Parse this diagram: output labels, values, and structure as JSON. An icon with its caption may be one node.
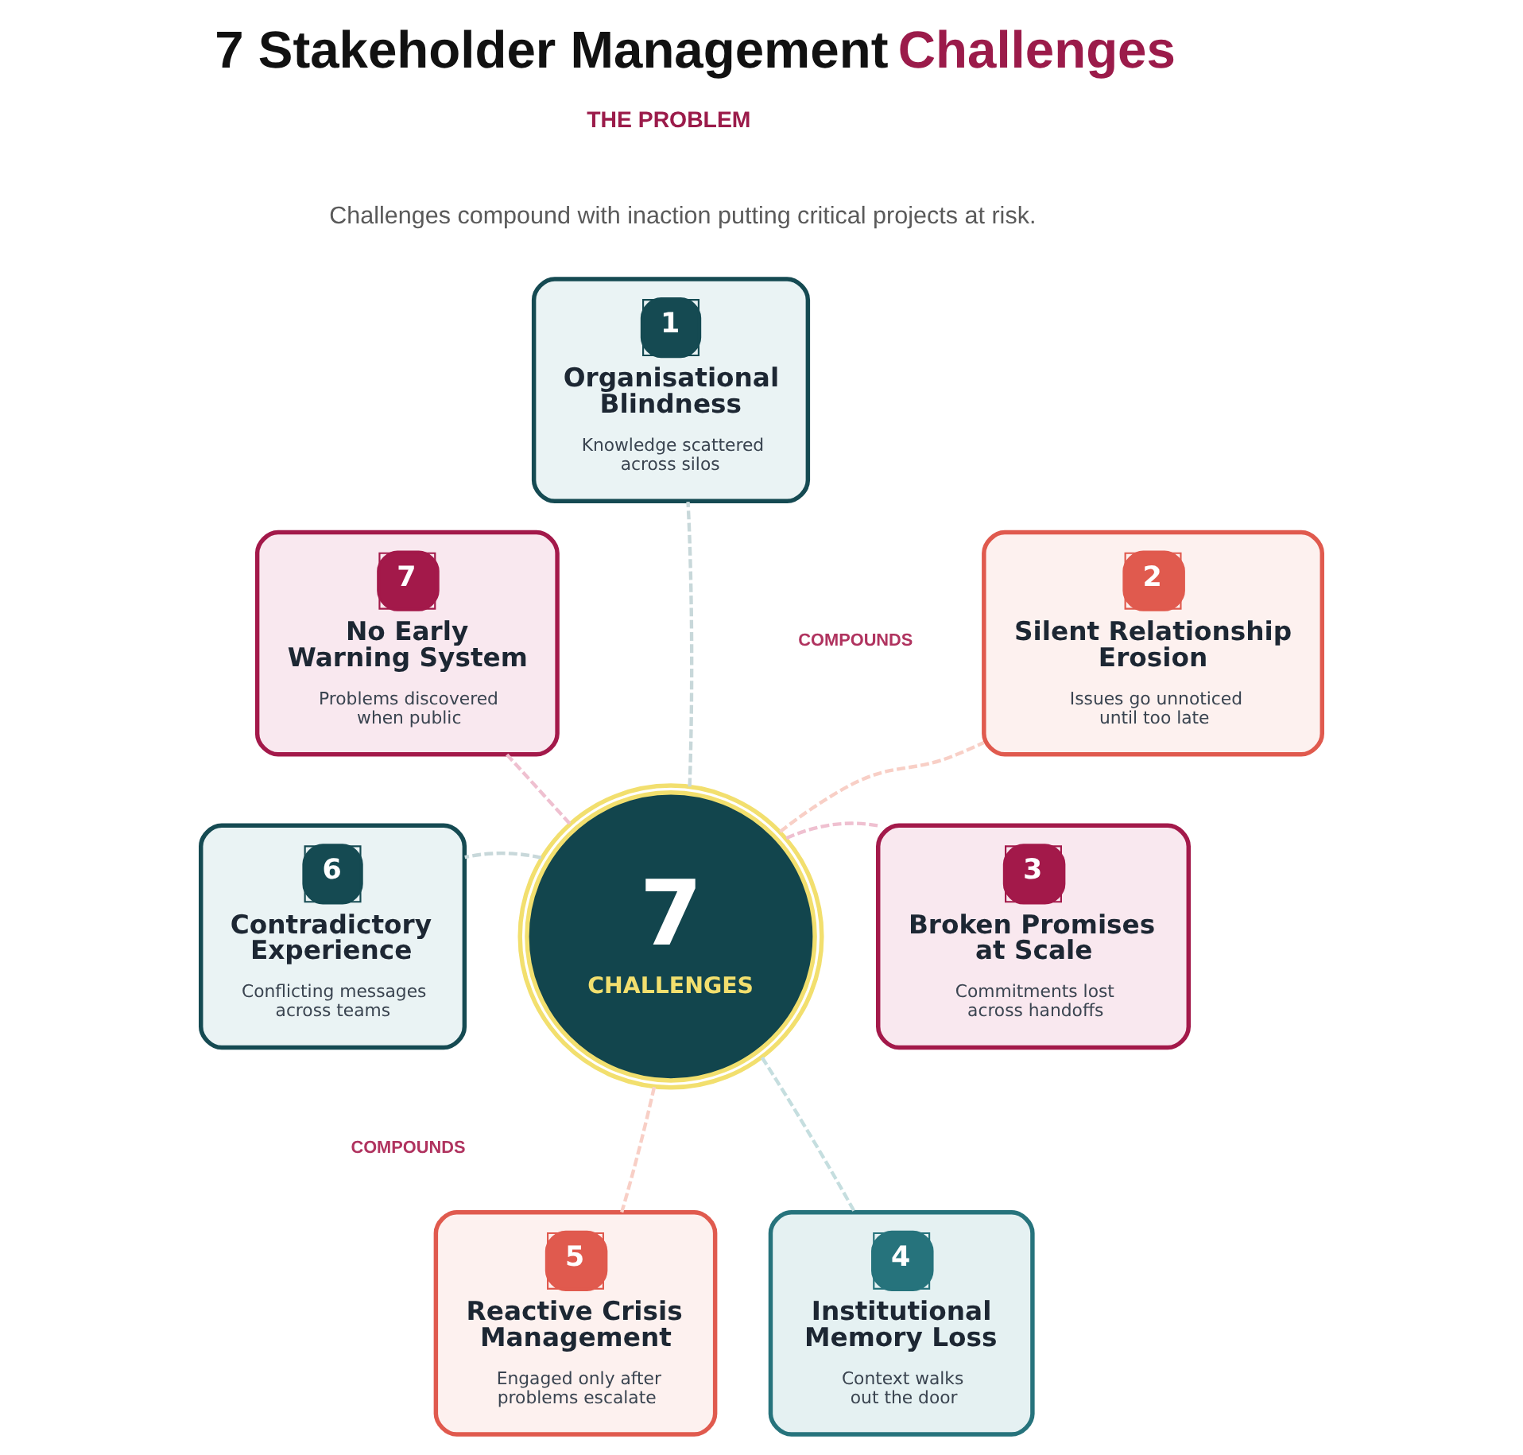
{
  "diagram": {
    "title": "7 Stakeholder Management Challenges",
    "nodes": [
      {
        "text": [
          "7",
          "CHALLENGES"
        ]
      },
      {
        "text": [
          "1",
          "Organisational Blindness",
          "Knowledge scattered across silos"
        ]
      },
      {
        "text": [
          "2",
          "Silent Relationship Erosion",
          "Issues go unnoticed until too late"
        ]
      },
      {
        "text": [
          "3",
          "Broken Promises at Scale",
          "Commitments lost across handoffs"
        ]
      },
      {
        "text": [
          "4",
          "Institutional Memory Loss",
          "Context walks out the door"
        ]
      },
      {
        "text": [
          "5",
          "Reactive Crisis Management",
          "Engaged only after problems escalate"
        ]
      },
      {
        "text": [
          "6",
          "Contradictory Experience",
          "Conflicting messages across teams"
        ]
      },
      {
        "text": [
          "7",
          "No Early Warning System",
          "Problems discovered when public"
        ]
      }
    ],
    "edges": [
      {
        "from": 0,
        "to": 1,
        "arrow": "none",
        "style": "dashed",
        "color": "#c8d8da"
      },
      {
        "from": 0,
        "to": 2,
        "arrow": "none",
        "style": "dashed",
        "color": "#f8cfc6"
      },
      {
        "from": 0,
        "to": 3,
        "arrow": "none",
        "style": "dashed",
        "color": "#efc0d0"
      },
      {
        "from": 0,
        "to": 4,
        "arrow": "none",
        "style": "dashed",
        "color": "#c5dedf"
      },
      {
        "from": 0,
        "to": 5,
        "arrow": "none",
        "style": "dashed",
        "color": "#f8cfc6"
      },
      {
        "from": 0,
        "to": 6,
        "arrow": "none",
        "style": "dashed",
        "color": "#c8d8da"
      },
      {
        "from": 0,
        "to": 7,
        "arrow": "none",
        "style": "dashed",
        "color": "#efc0d0"
      }
    ],
    "labels": [
      "THE PROBLEM",
      "Challenges compound with inaction putting critical projects at risk.",
      "COMPOUNDS",
      "COMPOUNDS"
    ]
  }
}
